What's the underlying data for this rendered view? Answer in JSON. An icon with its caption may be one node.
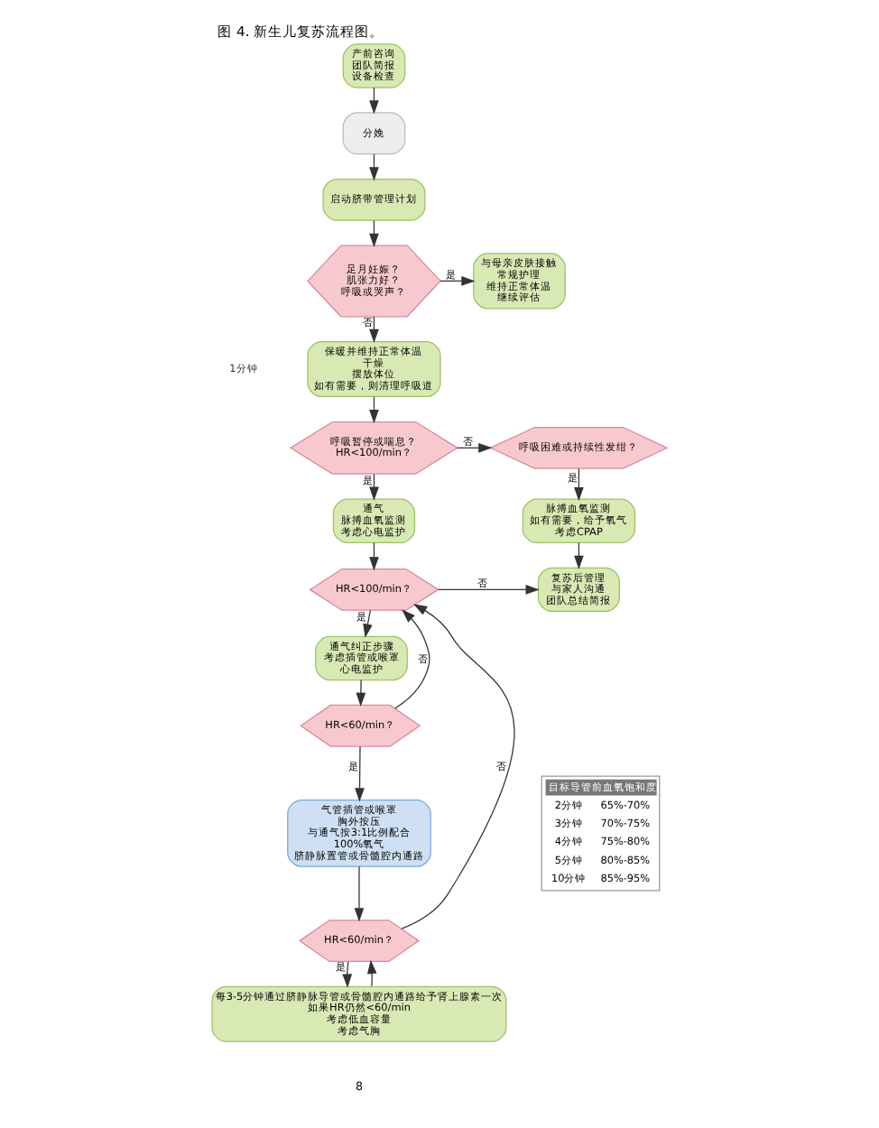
{
  "diagram": {
    "title": "图 4. 新生儿复苏流程图。",
    "nodes": [
      {
        "text": [
          "产前咨询",
          "团队简报",
          "设备检查"
        ]
      },
      {
        "text": [
          "分娩"
        ]
      },
      {
        "text": [
          "启动脐带管理计划"
        ]
      },
      {
        "text": [
          "足月妊娠？",
          "肌张力好？",
          "呼吸或哭声？"
        ]
      },
      {
        "text": [
          "与母亲皮肤接触",
          "常规护理",
          "维持正常体温",
          "继续评估"
        ]
      },
      {
        "text": [
          "保暖并维持正常体温",
          "干燥",
          "摆放体位",
          "如有需要，则清理呼吸道"
        ]
      },
      {
        "text": [
          "呼吸暂停或喘息？",
          "HR<100/min？"
        ]
      },
      {
        "text": [
          "呼吸困难或持续性发绀？"
        ]
      },
      {
        "text": [
          "通气",
          "脉搏血氧监测",
          "考虑心电监护"
        ]
      },
      {
        "text": [
          "脉搏血氧监测",
          "如有需要，给予氧气",
          "考虑CPAP"
        ]
      },
      {
        "text": [
          "HR<100/min？"
        ]
      },
      {
        "text": [
          "复苏后管理",
          "与家人沟通",
          "团队总结简报"
        ]
      },
      {
        "text": [
          "通气纠正步骤",
          "考虑插管或喉罩",
          "心电监护"
        ]
      },
      {
        "text": [
          "HR<60/min？"
        ]
      },
      {
        "text": [
          "气管插管或喉罩",
          "胸外按压",
          "与通气按3:1比例配合",
          "100%氧气",
          "脐静脉置管或骨髓腔内通路"
        ]
      },
      {
        "text": [
          "HR<60/min？"
        ]
      },
      {
        "text": [
          "每3-5分钟通过脐静脉导管或骨髓腔内通路给予肾上腺素一次",
          "如果HR仍然<60/min",
          "考虑低血容量",
          "考虑气胸"
        ]
      }
    ],
    "edges": [
      {
        "from": 0,
        "to": 1,
        "arrow": "to"
      },
      {
        "from": 1,
        "to": 2,
        "arrow": "to"
      },
      {
        "from": 2,
        "to": 3,
        "arrow": "to"
      },
      {
        "from": 3,
        "to": 4,
        "arrow": "to",
        "label": "是"
      },
      {
        "from": 3,
        "to": 5,
        "arrow": "to",
        "label": "否"
      },
      {
        "from": 5,
        "to": 6,
        "arrow": "to"
      },
      {
        "from": 6,
        "to": 7,
        "arrow": "to",
        "label": "否"
      },
      {
        "from": 6,
        "to": 8,
        "arrow": "to",
        "label": "是"
      },
      {
        "from": 7,
        "to": 9,
        "arrow": "to",
        "label": "是"
      },
      {
        "from": 8,
        "to": 10,
        "arrow": "to"
      },
      {
        "from": 9,
        "to": 11,
        "arrow": "to"
      },
      {
        "from": 10,
        "to": 11,
        "arrow": "to",
        "label": "否"
      },
      {
        "from": 10,
        "to": 12,
        "arrow": "to",
        "label": "是"
      },
      {
        "from": 12,
        "to": 13,
        "arrow": "to"
      },
      {
        "from": 13,
        "to": 10,
        "arrow": "to",
        "label": "否"
      },
      {
        "from": 13,
        "to": 14,
        "arrow": "to",
        "label": "是"
      },
      {
        "from": 14,
        "to": 15,
        "arrow": "to"
      },
      {
        "from": 15,
        "to": 10,
        "arrow": "to",
        "label": "否"
      },
      {
        "from": 15,
        "to": 16,
        "arrow": "to",
        "label": "是"
      },
      {
        "from": 16,
        "to": 15,
        "arrow": "to"
      }
    ],
    "labels": [
      "1分钟",
      "目标导管前血氧饱和度",
      "2分钟",
      "65%-70%",
      "3分钟",
      "70%-75%",
      "4分钟",
      "75%-80%",
      "5分钟",
      "80%-85%",
      "10分钟",
      "85%-95%",
      "8"
    ]
  }
}
